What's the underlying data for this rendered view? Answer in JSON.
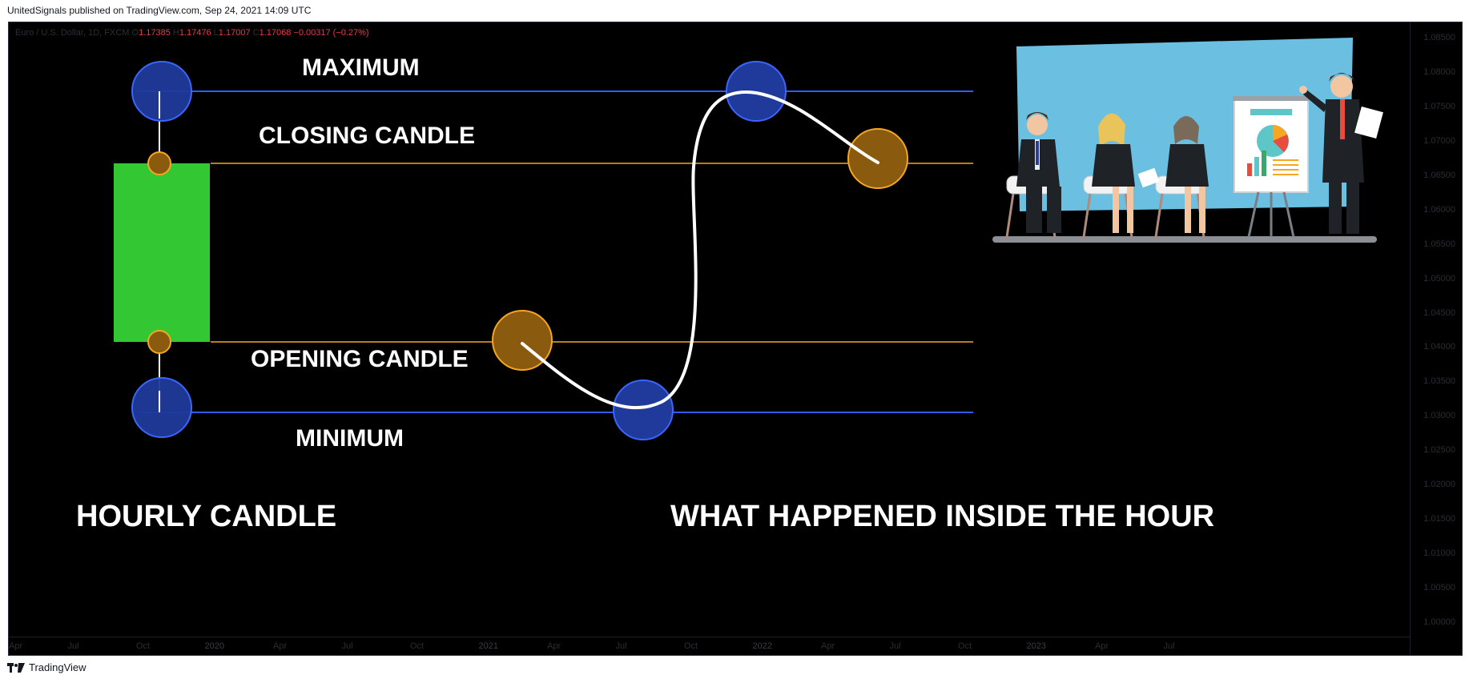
{
  "publisher_line": "UnitedSignals published on TradingView.com, Sep 24, 2021 14:09 UTC",
  "legend": {
    "symbol": "Euro / U.S. Dollar, 1D, FXCM",
    "open": "1.17385",
    "high": "1.17476",
    "low": "1.17007",
    "close": "1.17068",
    "change": "−0.00317 (−0.27%)",
    "o_label": "O",
    "h_label": "H",
    "l_label": "L",
    "c_label": "C"
  },
  "price_axis": [
    "1.08500",
    "1.08000",
    "1.07500",
    "1.07000",
    "1.06500",
    "1.06000",
    "1.05500",
    "1.05000",
    "1.04500",
    "1.04000",
    "1.03500",
    "1.03000",
    "1.02500",
    "1.02000",
    "1.01500",
    "1.01000",
    "1.00500",
    "1.00000"
  ],
  "time_axis": [
    "Apr",
    "Jul",
    "Oct",
    "2020",
    "Apr",
    "Jul",
    "Oct",
    "2021",
    "Apr",
    "Jul",
    "Oct",
    "2022",
    "Apr",
    "Jul",
    "Oct",
    "2023",
    "Apr",
    "Jul"
  ],
  "labels": {
    "maximum": "MAXIMUM",
    "closing_candle": "CLOSING CANDLE",
    "opening_candle": "OPENING CANDLE",
    "minimum": "MINIMUM",
    "hourly_candle": "HOURLY CANDLE",
    "inside_hour": "WHAT HAPPENED INSIDE THE HOUR"
  },
  "footer_brand": "TradingView",
  "colors": {
    "candle_body": "#34c734",
    "max_min_line": "#2f5bff",
    "open_close_line": "#f5a623",
    "blue_marker": "#1f3a9a",
    "orange_marker": "#8a5a0f",
    "path": "#ffffff",
    "background": "#000000",
    "sky_panel": "#6bbfe0"
  },
  "illustration": "business-presentation-illustration"
}
